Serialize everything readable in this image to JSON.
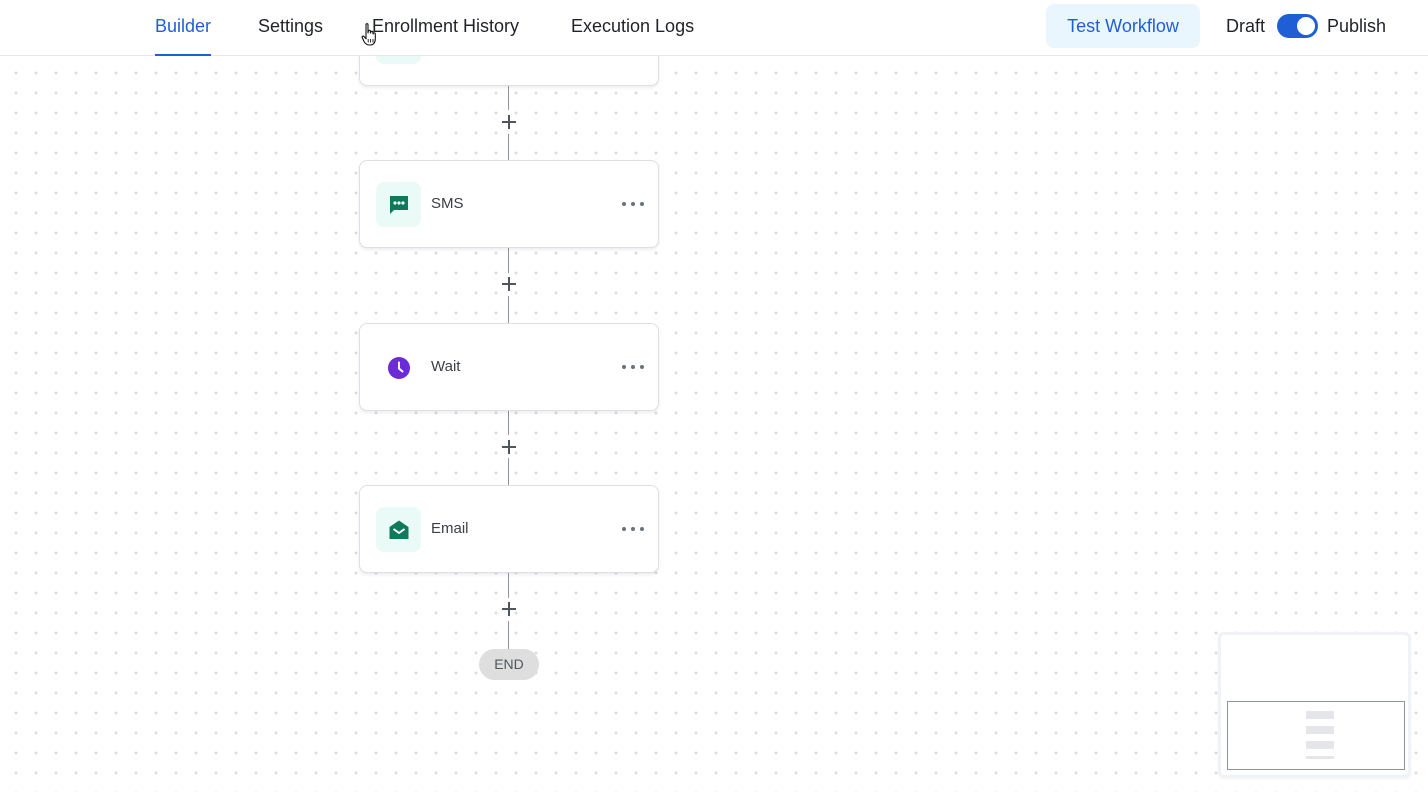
{
  "tabs": [
    {
      "label": "Builder",
      "active": true
    },
    {
      "label": "Settings",
      "active": false
    },
    {
      "label": "Enrollment History",
      "active": false
    },
    {
      "label": "Execution Logs",
      "active": false
    }
  ],
  "header": {
    "test_button": "Test Workflow",
    "draft_label": "Draft",
    "publish_label": "Publish",
    "publish_toggle_on": true
  },
  "workflow": {
    "nodes": [
      {
        "label": "",
        "icon": "action-icon",
        "partially_visible": true
      },
      {
        "label": "SMS",
        "icon": "sms-icon"
      },
      {
        "label": "Wait",
        "icon": "clock-icon"
      },
      {
        "label": "Email",
        "icon": "email-icon"
      }
    ],
    "end_label": "END"
  },
  "colors": {
    "accent": "#1f5fd6",
    "tab_active": "#1f5fd6",
    "test_button_bg": "#eaf6fd",
    "icon_green": "#11795b",
    "icon_purple": "#6c2bd9",
    "end_pill_bg": "#dedede"
  }
}
